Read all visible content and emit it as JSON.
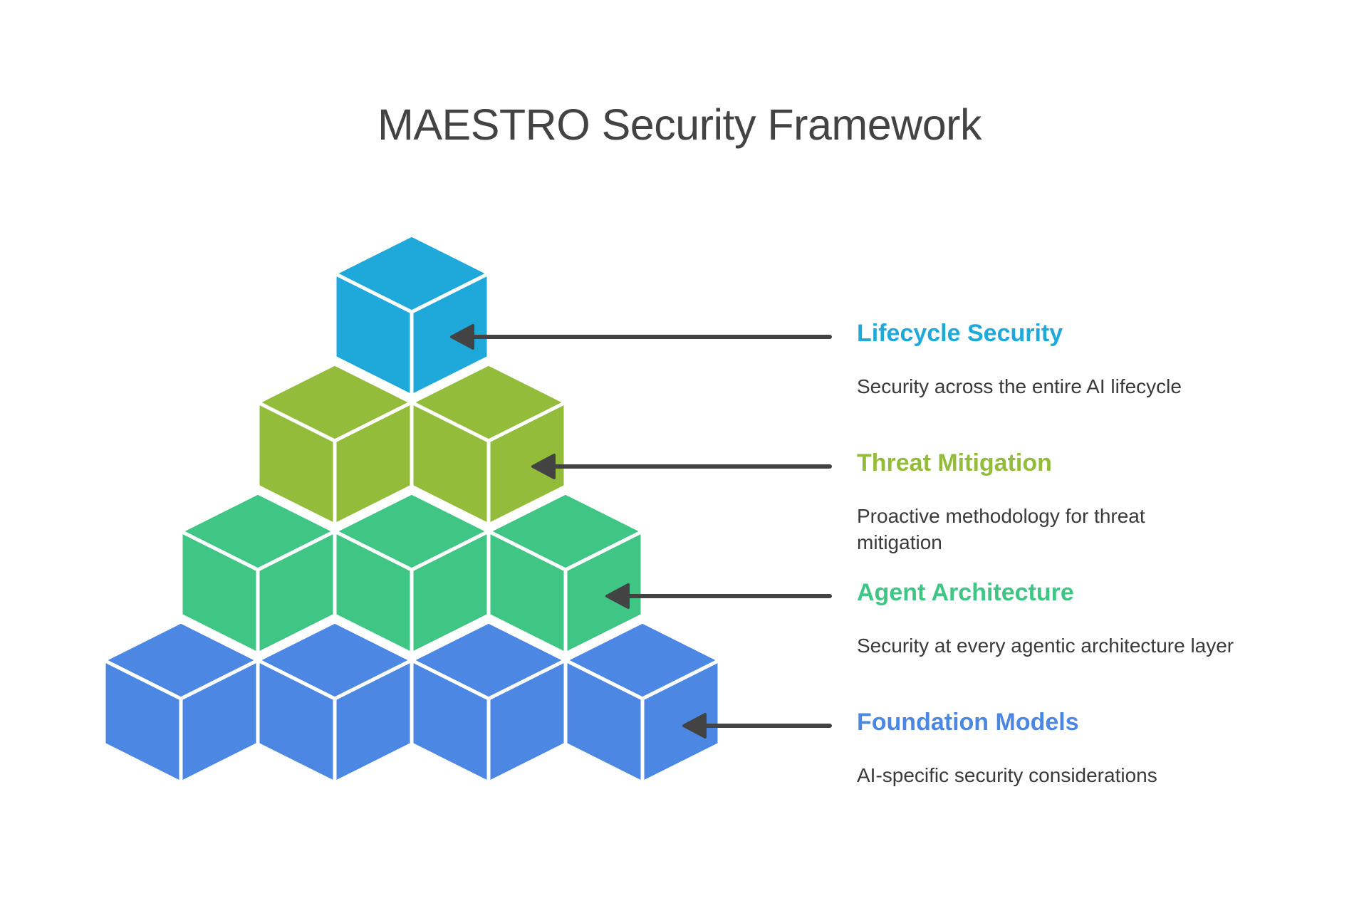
{
  "title": "MAESTRO Security Framework",
  "colors": {
    "lifecycle": "#1ea9da",
    "threat": "#92bc3a",
    "agent": "#3fc584",
    "foundation": "#4c87e3",
    "arrow": "#434343",
    "edge": "#ffffff"
  },
  "layers": [
    {
      "heading": "Lifecycle Security",
      "description": "Security across the entire AI lifecycle",
      "color": "#1ea9da",
      "cube_count": 1
    },
    {
      "heading": "Threat Mitigation",
      "description": "Proactive methodology for threat mitigation",
      "color": "#92bc3a",
      "cube_count": 2
    },
    {
      "heading": "Agent Architecture",
      "description": "Security at every agentic architecture layer",
      "color": "#3fc584",
      "cube_count": 3
    },
    {
      "heading": "Foundation Models",
      "description": "AI-specific security considerations",
      "color": "#4c87e3",
      "cube_count": 4
    }
  ]
}
